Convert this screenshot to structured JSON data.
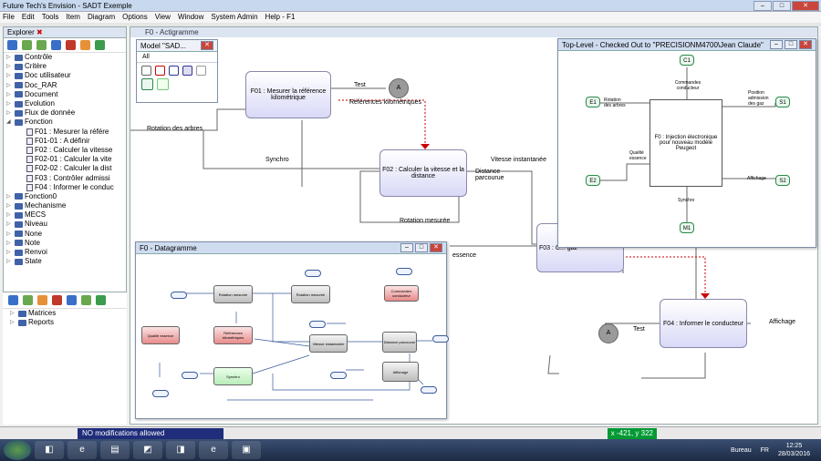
{
  "app": {
    "title": "Future Tech's Envision - SADT Exemple"
  },
  "menu": [
    "File",
    "Edit",
    "Tools",
    "Item",
    "Diagram",
    "Options",
    "View",
    "Window",
    "System Admin",
    "Help - F1"
  ],
  "explorer": {
    "tab": "Explorer",
    "tree": [
      {
        "label": "Contrôle",
        "level": 0
      },
      {
        "label": "Critère",
        "level": 0
      },
      {
        "label": "Doc utilisateur",
        "level": 0
      },
      {
        "label": "Doc_RAR",
        "level": 0
      },
      {
        "label": "Document",
        "level": 0
      },
      {
        "label": "Evolution",
        "level": 0
      },
      {
        "label": "Flux de donnée",
        "level": 0
      },
      {
        "label": "Fonction",
        "level": 0,
        "expanded": true
      },
      {
        "label": "F01 : Mesurer la référe",
        "level": 1
      },
      {
        "label": "F01-01 : A définir",
        "level": 1
      },
      {
        "label": "F02 : Calculer la vitesse",
        "level": 1
      },
      {
        "label": "F02-01 : Calculer la vite",
        "level": 1
      },
      {
        "label": "F02-02 : Calculer la dist",
        "level": 1
      },
      {
        "label": "F03 : Contrôler admissi",
        "level": 1
      },
      {
        "label": "F04 : Informer le conduc",
        "level": 1
      },
      {
        "label": "Fonction0",
        "level": 0
      },
      {
        "label": "Mechanisme",
        "level": 0
      },
      {
        "label": "MECS",
        "level": 0
      },
      {
        "label": "Niveau",
        "level": 0
      },
      {
        "label": "None",
        "level": 0
      },
      {
        "label": "Note",
        "level": 0
      },
      {
        "label": "Renvoi",
        "level": 0
      },
      {
        "label": "State",
        "level": 0
      }
    ],
    "lower": [
      "Matrices",
      "Reports"
    ]
  },
  "actigramme": {
    "tab": "F0 - Actigramme",
    "boxes": {
      "f01": "F01 : Mesurer la référence kilométrique",
      "f02": "F02 : Calculer la vitesse et la distance",
      "f03": "F03 : C... gaz",
      "f04": "F04 : Informer le conducteur"
    },
    "labels": {
      "test": "Test",
      "refkm": "Références kilométriques",
      "rotation": "Rotation des arbres",
      "synchro": "Synchro",
      "vitesse": "Vitesse instantanée",
      "distance": "Distance parcourue",
      "rotmes": "Rotation mesurée",
      "essence": "essence",
      "test2": "Test",
      "affichage": "Affichage"
    },
    "circles": {
      "a1": "A",
      "a2": "A"
    }
  },
  "palette": {
    "title": "Model \"SAD...",
    "tab": "All"
  },
  "toplevel": {
    "title": "Top-Level - Checked Out to \"PRECISIONM4700\\Jean Claude\"",
    "box": "F0 : Injection électronique pour nouveau modèle Peugeot",
    "ovals": {
      "c1": "C1",
      "e1": "E1",
      "e2": "E2",
      "s1": "S1",
      "s2": "S2",
      "m1": "M1"
    },
    "labels": {
      "commandes": "Commandes conducteur",
      "rotation": "Rotation des arbres",
      "qualite": "Qualité essence",
      "position": "Position admission des gaz",
      "affichage": "Affichage",
      "synchro": "Synchro"
    }
  },
  "datagramme": {
    "title": "F0 - Datagramme",
    "nodes": {
      "n1": "Rotation mesurée",
      "n2": "Rotation mesurée",
      "n3": "Vitesse instantanée",
      "n4": "Distance parcourue",
      "n5": "Affichage",
      "n6": "Qualité essence",
      "n7": "Références kilométriques",
      "n8": "Synchro",
      "n9": "Commandes conducteur"
    }
  },
  "status": {
    "message": "NO modifications allowed",
    "coords": "x -421, y 322"
  },
  "taskbar": {
    "region": "Bureau",
    "lang": "FR",
    "time": "12:25",
    "date": "28/03/2016"
  }
}
